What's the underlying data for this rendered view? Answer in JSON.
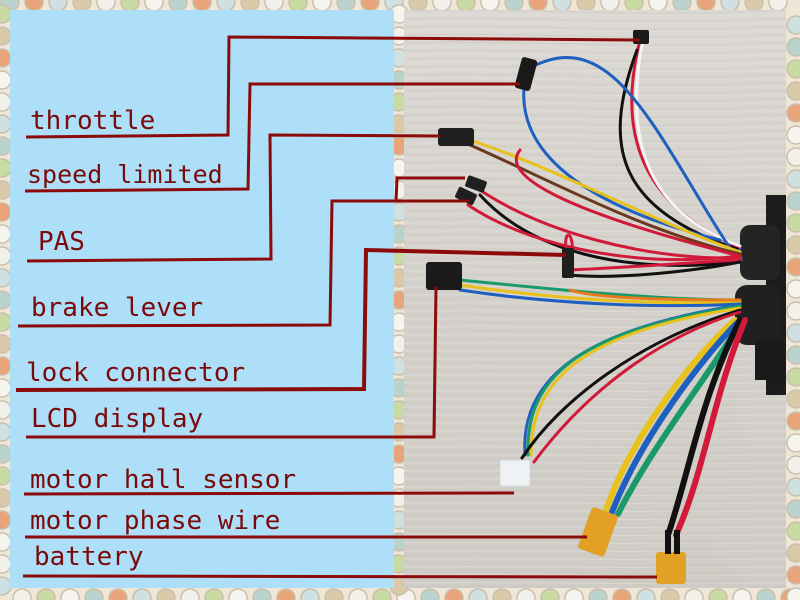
{
  "diagram": {
    "title": "E-bike controller wiring harness",
    "leader_color": "#8b0a0a",
    "panel_color": "#addff8",
    "labels": [
      {
        "id": "throttle",
        "text": "throttle"
      },
      {
        "id": "speed-limited",
        "text": "speed limited"
      },
      {
        "id": "pas",
        "text": "PAS"
      },
      {
        "id": "brake-lever",
        "text": "brake lever"
      },
      {
        "id": "lock-connector",
        "text": "lock connector"
      },
      {
        "id": "lcd-display",
        "text": "LCD display"
      },
      {
        "id": "motor-hall-sensor",
        "text": "motor hall sensor"
      },
      {
        "id": "motor-phase-wire",
        "text": "motor phase wire"
      },
      {
        "id": "battery",
        "text": "battery"
      }
    ]
  }
}
